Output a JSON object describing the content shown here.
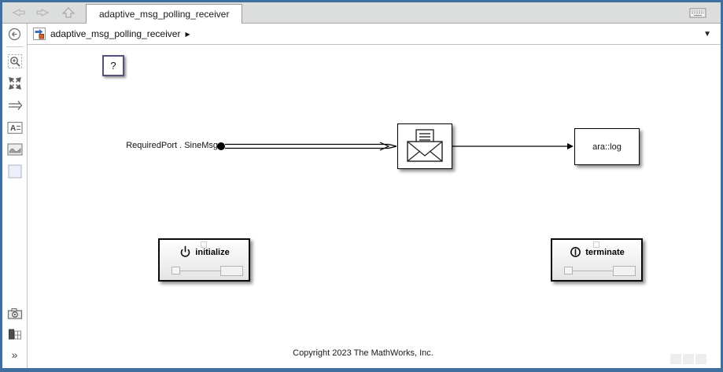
{
  "window": {
    "border_color": "#3f6f9f"
  },
  "tab_bar": {
    "tab_title": "adaptive_msg_polling_receiver"
  },
  "breadcrumb": {
    "model_name": "adaptive_msg_polling_receiver",
    "caret_glyph": "▶",
    "dropdown_glyph": "▼"
  },
  "left_toolbar": {
    "items": [
      "hide-explorer-bar",
      "zoom-to-region",
      "fit-to-view",
      "route-signals",
      "annotation",
      "image-viewmark",
      "viewmark-square",
      "screenshot-camera",
      "model-data",
      "expand"
    ],
    "expand_glyph": "»"
  },
  "canvas": {
    "question_block_label": "?",
    "port_label": "RequiredPort . SineMsg",
    "log_block_label": "ara::log",
    "initialize_block_label": "initialize",
    "terminate_block_label": "terminate",
    "copyright": "Copyright 2023 The MathWorks, Inc."
  }
}
